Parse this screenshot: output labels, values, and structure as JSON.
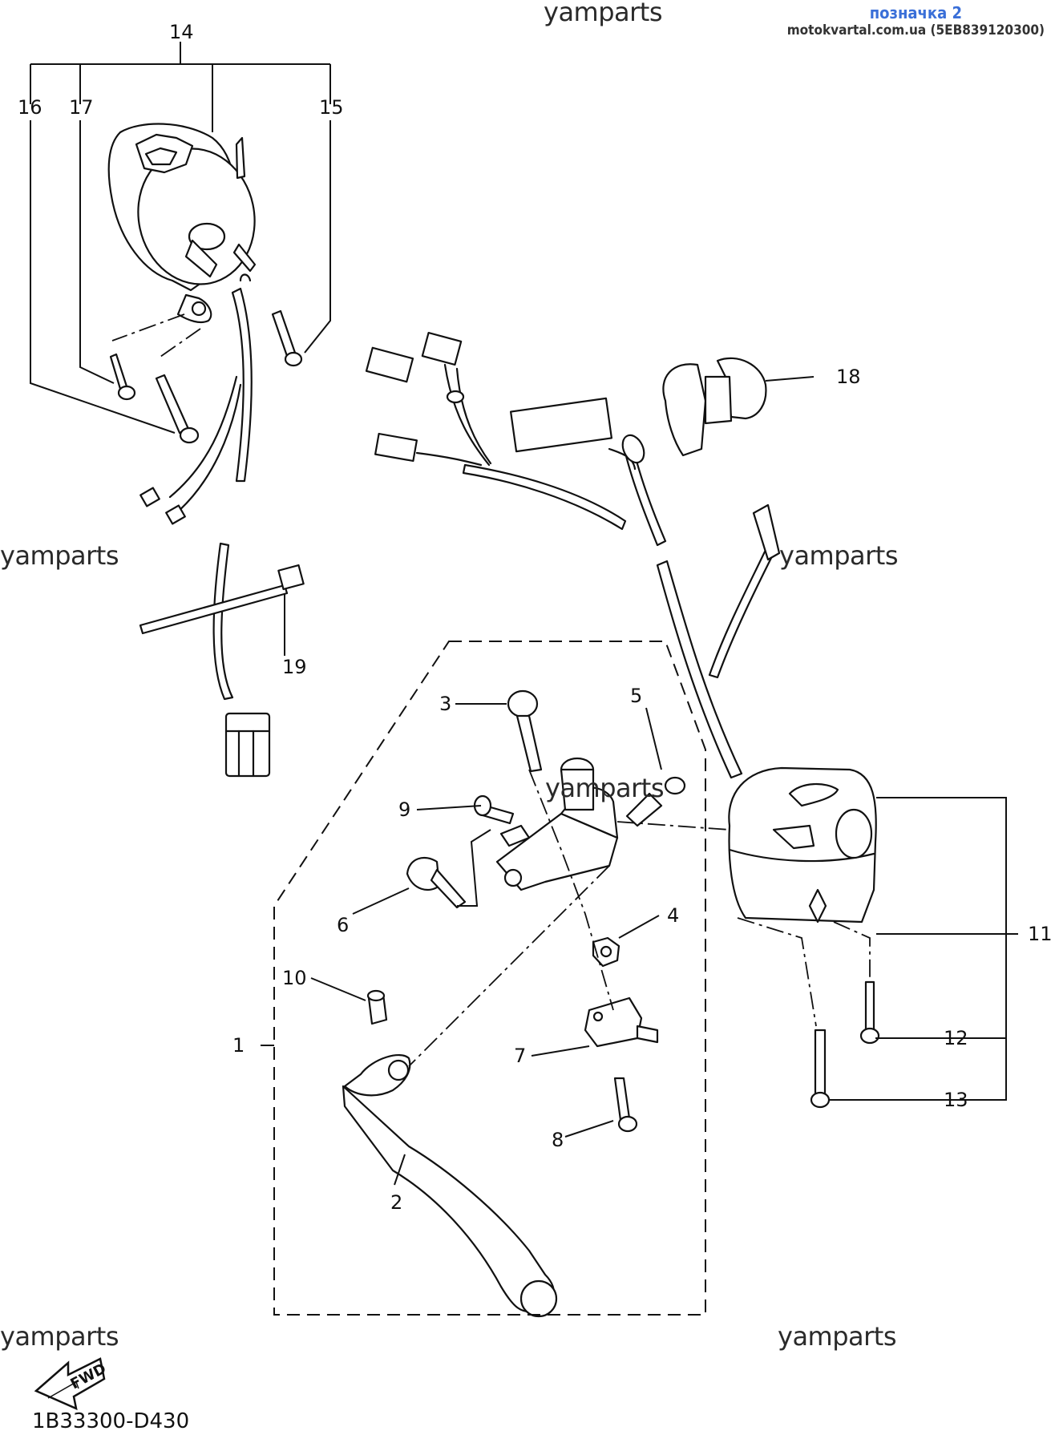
{
  "header": {
    "line1": "позначка 2",
    "line2": "motokvartal.com.ua (5EB839120300)"
  },
  "watermark": "yamparts",
  "drawing_code": "1B33300-D430",
  "fwd_label": "FWD",
  "callouts": {
    "c1": "1",
    "c2": "2",
    "c3": "3",
    "c4": "4",
    "c5": "5",
    "c6": "6",
    "c7": "7",
    "c8": "8",
    "c9": "9",
    "c10": "10",
    "c11": "11",
    "c12": "12",
    "c13": "13",
    "c14": "14",
    "c15": "15",
    "c16": "16",
    "c17": "17",
    "c18": "18",
    "c19": "19"
  }
}
